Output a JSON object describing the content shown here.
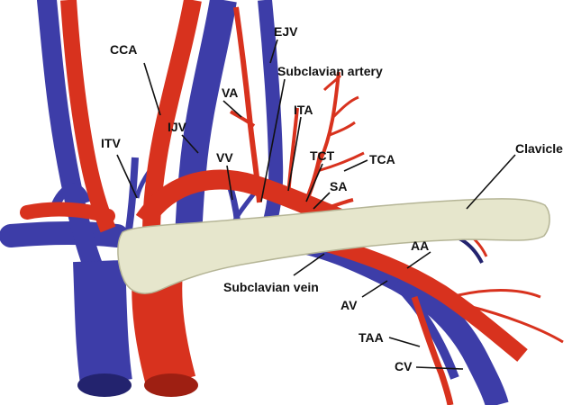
{
  "colors": {
    "artery": "#d8321e",
    "artery_dark": "#9e1f12",
    "vein": "#3d3da8",
    "vein_dark": "#23236e",
    "bone": "#e6e6cc",
    "bone_edge": "#b5b596"
  },
  "labels": {
    "cca": "CCA",
    "ejv": "EJV",
    "subclavian_artery": "Subclavian artery",
    "va": "VA",
    "ita": "ITA",
    "itv": "ITV",
    "ijv": "IJV",
    "vv": "VV",
    "tct": "TCT",
    "tca": "TCA",
    "clavicle": "Clavicle",
    "sa": "SA",
    "aa": "AA",
    "subclavian_vein": "Subclavian vein",
    "av": "AV",
    "taa": "TAA",
    "cv": "CV"
  }
}
